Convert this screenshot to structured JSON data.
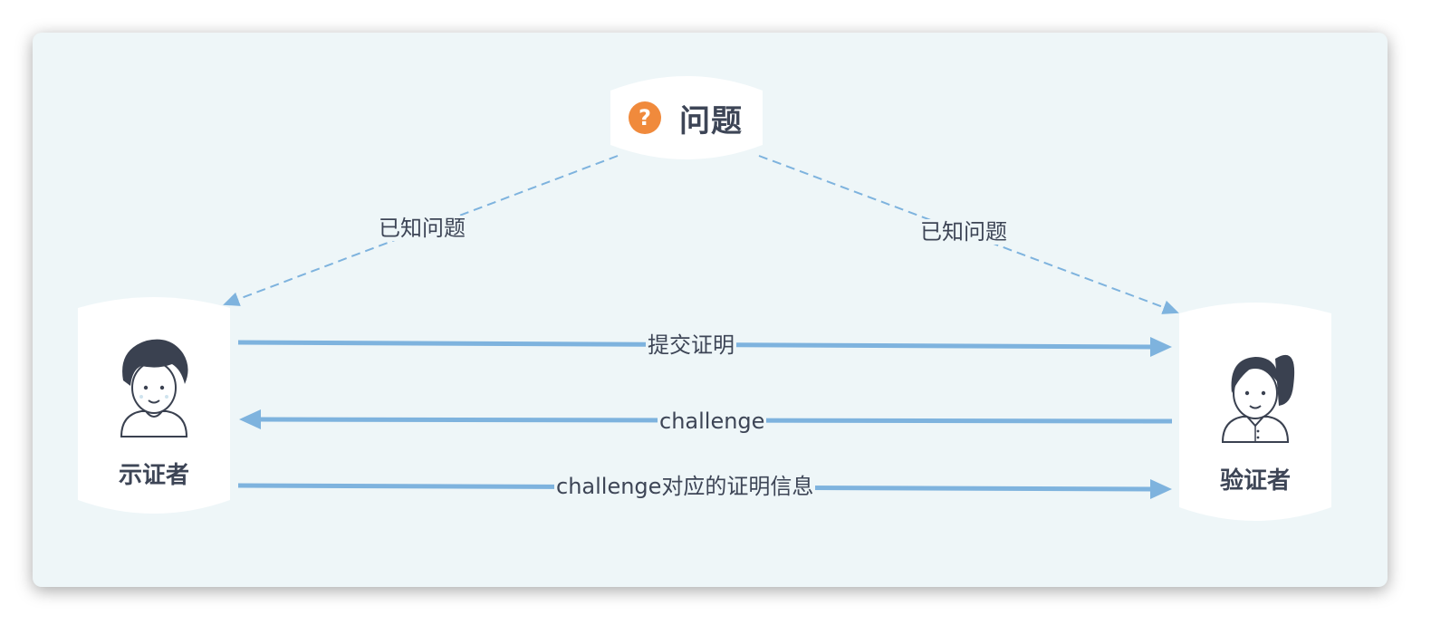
{
  "problem": {
    "label": "问题",
    "icon": "question-icon",
    "icon_glyph": "?",
    "badge_color": "#f08a3c"
  },
  "prover": {
    "label": "示证者",
    "avatar": "male-avatar-icon"
  },
  "verifier": {
    "label": "验证者",
    "avatar": "female-avatar-icon"
  },
  "edges": {
    "left_known": "已知问题",
    "right_known": "已知问题"
  },
  "messages": [
    {
      "label": "提交证明",
      "direction": "prover-to-verifier"
    },
    {
      "label": "challenge",
      "direction": "verifier-to-prover"
    },
    {
      "label": "challenge对应的证明信息",
      "direction": "prover-to-verifier"
    }
  ],
  "colors": {
    "background": "#eef6f8",
    "arrow": "#7eb3de",
    "text": "#3d4556",
    "avatar": "#3a4150"
  }
}
